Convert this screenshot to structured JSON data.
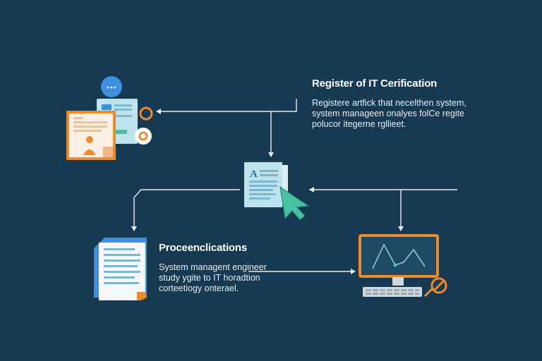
{
  "top_block": {
    "title": "Register of IT Cerification",
    "lines": [
      "Registere artfick that necelthen system,",
      "system manageen onalyes folCe regite",
      "polucor itegerne rgllieet."
    ]
  },
  "bottom_block": {
    "title": "Proceenclications",
    "lines": [
      "System managent engineer",
      "study ygite to IT horadtion",
      "corteetiogy onterael."
    ]
  },
  "icons": {
    "top_left": "certificate-profile-icon",
    "center": "document-cursor-icon",
    "bottom_left": "document-list-icon",
    "bottom_right": "computer-chart-icon"
  },
  "colors": {
    "background": "#173a52",
    "orange": "#ef8a2c",
    "teal": "#46c2a2",
    "light_blue": "#bfe3ec",
    "blue": "#3e8fe0",
    "line": "#e6edf2"
  }
}
